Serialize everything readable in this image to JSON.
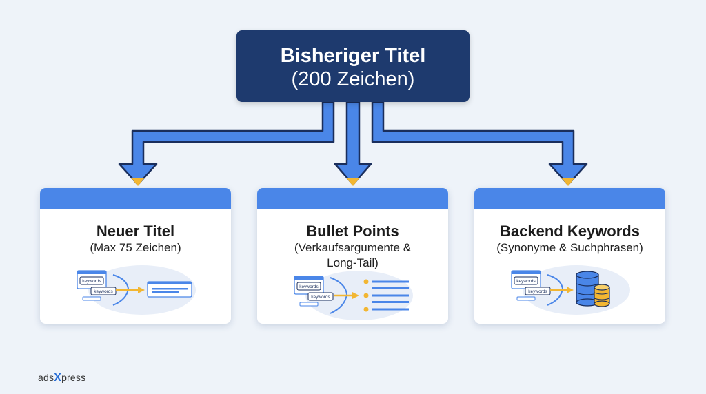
{
  "root": {
    "title": "Bisheriger Titel",
    "subtitle": "(200 Zeichen)"
  },
  "cards": [
    {
      "title": "Neuer Titel",
      "subtitle_lines": [
        "(Max 75 Zeichen)"
      ],
      "illus": {
        "chip1": "keywords",
        "chip2": "keywords"
      },
      "result": "title-bar"
    },
    {
      "title": "Bullet Points",
      "subtitle_lines": [
        "(Verkaufsargumente &",
        "Long-Tail)"
      ],
      "illus": {
        "chip1": "keywords",
        "chip2": "keywords"
      },
      "result": "bullet-list"
    },
    {
      "title": "Backend Keywords",
      "subtitle_lines": [
        "(Synonyme & Suchphrasen)"
      ],
      "illus": {
        "chip1": "keywords",
        "chip2": "keywords"
      },
      "result": "database"
    }
  ],
  "brand": {
    "prefix": "ads",
    "x": "X",
    "suffix": "press"
  },
  "colors": {
    "navy": "#1e3a6e",
    "blue": "#4a86e8",
    "arrow_outline": "#1a2e5c",
    "accent": "#f2b632"
  }
}
